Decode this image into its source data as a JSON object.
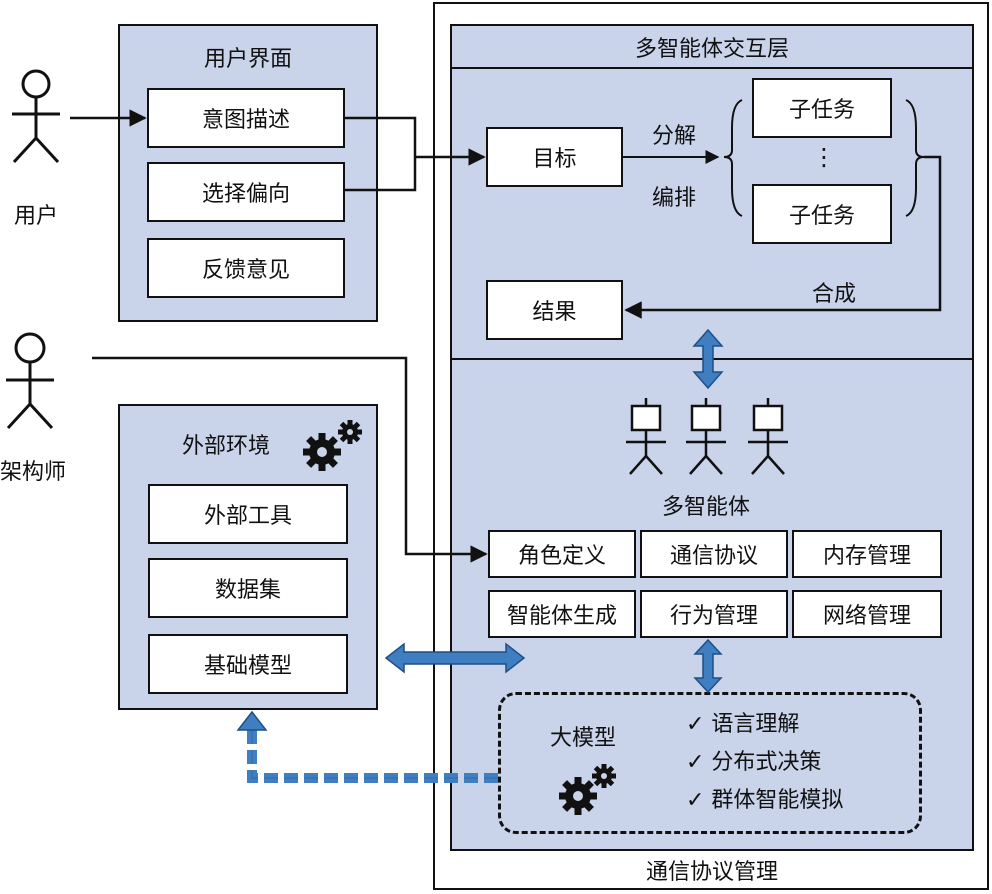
{
  "actors": {
    "user": "用户",
    "architect": "架构师"
  },
  "user_interface": {
    "title": "用户界面",
    "items": [
      "意图描述",
      "选择偏向",
      "反馈意见"
    ]
  },
  "external_env": {
    "title": "外部环境",
    "items": [
      "外部工具",
      "数据集",
      "基础模型"
    ]
  },
  "interaction_layer": {
    "title": "多智能体交互层",
    "goal": "目标",
    "decompose": "分解",
    "orchestrate": "编排",
    "subtask_top": "子任务",
    "subtask_bottom": "子任务",
    "ellipsis": "⋮",
    "synthesize": "合成",
    "result": "结果"
  },
  "multi_agent": {
    "title": "多智能体",
    "modules": [
      "角色定义",
      "通信协议",
      "内存管理",
      "智能体生成",
      "行为管理",
      "网络管理"
    ]
  },
  "llm": {
    "title": "大模型",
    "capabilities": [
      "✓ 语言理解",
      "✓ 分布式决策",
      "✓ 群体智能模拟"
    ]
  },
  "footer": "通信协议管理",
  "colors": {
    "panel_fill": "#c9d3ea",
    "arrow_blue": "#3f7ec1"
  }
}
